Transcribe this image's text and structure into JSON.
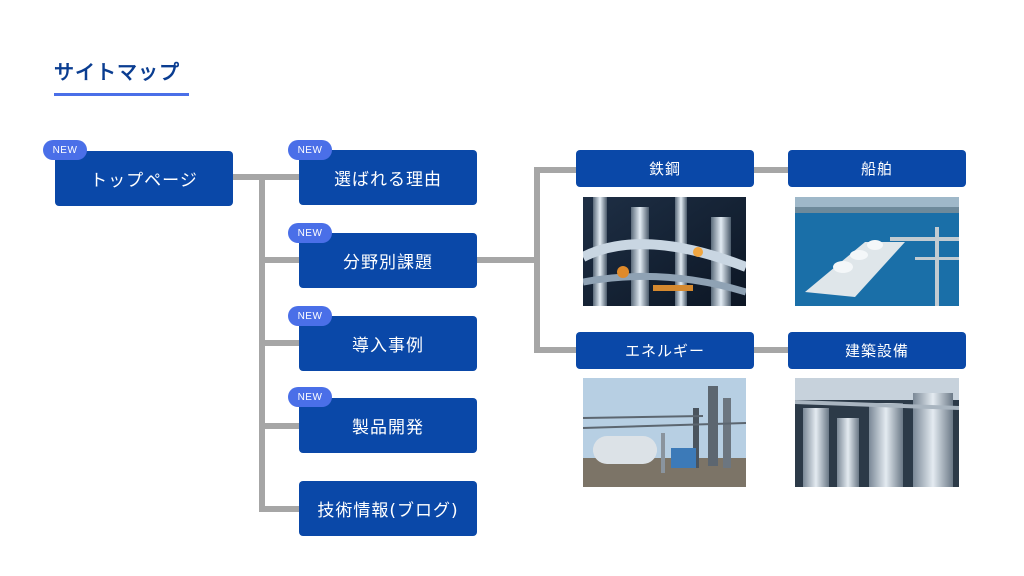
{
  "page": {
    "title": "サイトマップ"
  },
  "badge_text": "NEW",
  "nodes": {
    "top": "トップページ",
    "reasons": "選ばれる理由",
    "issues": "分野別課題",
    "cases": "導入事例",
    "development": "製品開発",
    "tech": "技術情報(ブログ)"
  },
  "categories": {
    "steel": "鉄鋼",
    "ship": "船舶",
    "energy": "エネルギー",
    "building": "建築設備"
  },
  "colors": {
    "node": "#0a48a8",
    "badge": "#4a6fe8",
    "connector": "#a6a6a6",
    "title": "#0a3d91"
  },
  "photos": {
    "steel": "industrial-pipes-photo",
    "ship": "lng-tanker-photo",
    "energy": "refinery-plant-photo",
    "building": "insulated-ducts-photo"
  }
}
